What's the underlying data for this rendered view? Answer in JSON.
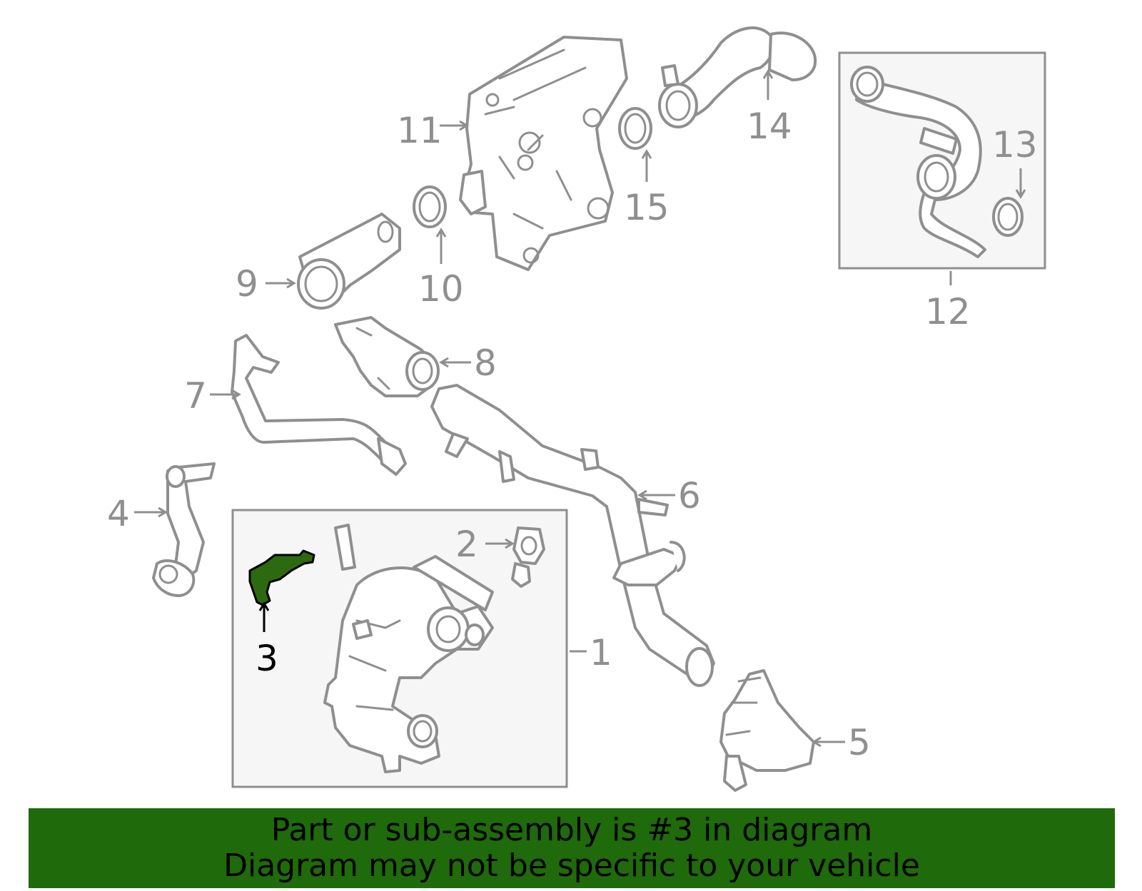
{
  "highlight_color": "#1f6a0b",
  "selected_part": "3",
  "callouts": {
    "c1": "1",
    "c2": "2",
    "c3": "3",
    "c4": "4",
    "c5": "5",
    "c6": "6",
    "c7": "7",
    "c8": "8",
    "c9": "9",
    "c10": "10",
    "c11": "11",
    "c12": "12",
    "c13": "13",
    "c14": "14",
    "c15": "15"
  },
  "banner": {
    "line1": "Part or sub-assembly is #3 in diagram",
    "line2": "Diagram may not be specific to your vehicle"
  }
}
